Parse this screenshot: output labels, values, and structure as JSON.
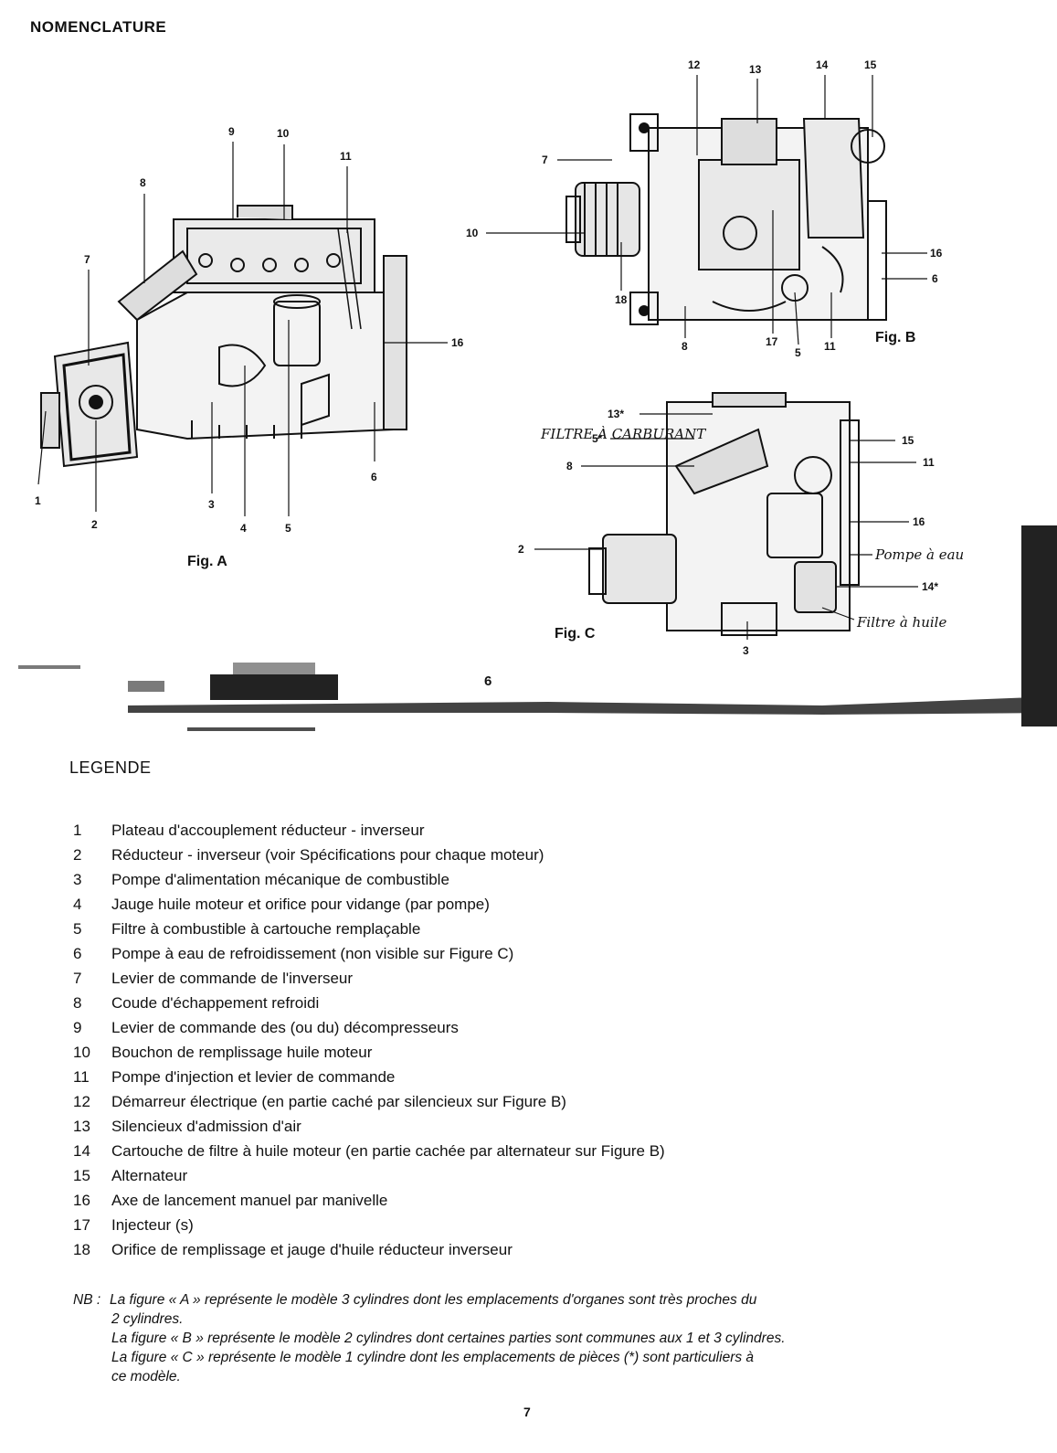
{
  "title": "NOMENCLATURE",
  "figures": {
    "a": {
      "label": "Fig. A",
      "callouts": [
        "1",
        "2",
        "3",
        "4",
        "5",
        "6",
        "7",
        "8",
        "9",
        "10",
        "11",
        "16"
      ]
    },
    "b": {
      "label": "Fig. B",
      "callouts": [
        "12",
        "13",
        "14",
        "15",
        "7",
        "10",
        "16",
        "6",
        "18",
        "8",
        "17",
        "5",
        "11"
      ]
    },
    "c": {
      "label": "Fig. C",
      "callouts": [
        "13*",
        "5*",
        "8",
        "15",
        "11",
        "16",
        "2",
        "14*",
        "3"
      ],
      "handwritten": {
        "filtre_carburant": "FILTRE À CARBURANT",
        "pompe_eau": "Pompe à eau",
        "filtre_huile": "Filtre à huile"
      }
    }
  },
  "scan_artifact_number": "6",
  "legend": {
    "heading": "LEGENDE",
    "items": [
      {
        "num": "1",
        "text": "Plateau d'accouplement réducteur - inverseur"
      },
      {
        "num": "2",
        "text": "Réducteur - inverseur (voir Spécifications pour chaque moteur)"
      },
      {
        "num": "3",
        "text": "Pompe d'alimentation mécanique de combustible"
      },
      {
        "num": "4",
        "text": "Jauge huile moteur et orifice pour vidange (par pompe)"
      },
      {
        "num": "5",
        "text": "Filtre à combustible à cartouche remplaçable"
      },
      {
        "num": "6",
        "text": "Pompe à eau de refroidissement (non visible sur Figure C)"
      },
      {
        "num": "7",
        "text": "Levier de commande de l'inverseur"
      },
      {
        "num": "8",
        "text": "Coude d'échappement refroidi"
      },
      {
        "num": "9",
        "text": "Levier de commande des (ou du) décompresseurs"
      },
      {
        "num": "10",
        "text": "Bouchon de remplissage huile moteur"
      },
      {
        "num": "11",
        "text": "Pompe d'injection et levier de commande"
      },
      {
        "num": "12",
        "text": "Démarreur électrique (en partie caché par silencieux sur Figure B)"
      },
      {
        "num": "13",
        "text": "Silencieux d'admission d'air"
      },
      {
        "num": "14",
        "text": "Cartouche de filtre à huile moteur (en partie cachée par alternateur sur Figure B)"
      },
      {
        "num": "15",
        "text": "Alternateur"
      },
      {
        "num": "16",
        "text": "Axe de lancement manuel par manivelle"
      },
      {
        "num": "17",
        "text": "Injecteur (s)"
      },
      {
        "num": "18",
        "text": "Orifice de remplissage et jauge d'huile réducteur inverseur"
      }
    ]
  },
  "nb": {
    "prefix": "NB :",
    "lines": [
      "La figure « A » représente le modèle 3 cylindres dont les emplacements d'organes sont très proches du",
      "2 cylindres.",
      "La figure « B » représente le modèle 2 cylindres dont certaines parties sont communes aux 1 et 3 cylindres.",
      "La figure « C » représente le modèle 1 cylindre dont les emplacements de pièces (*) sont particuliers à",
      "ce modèle."
    ]
  },
  "page_number": "7"
}
